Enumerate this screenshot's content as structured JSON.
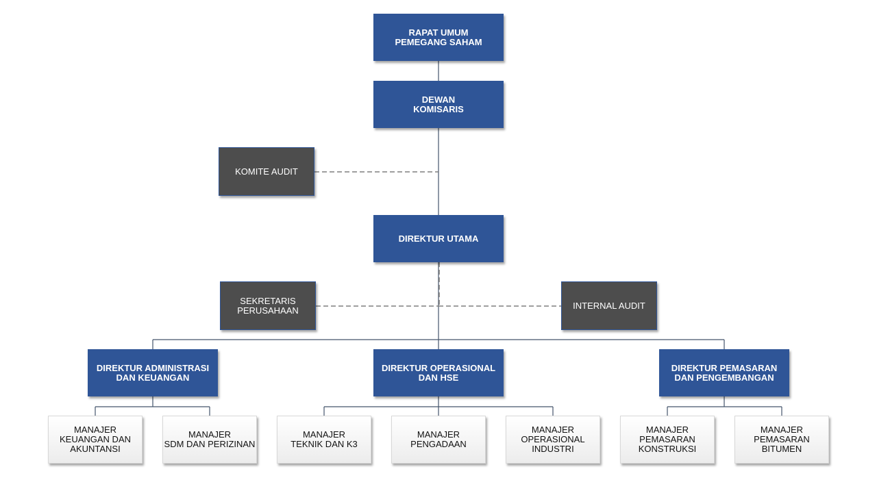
{
  "colors": {
    "director_fill": "#2f5597",
    "committee_fill": "#4d4d4d",
    "manager_fill": "#f2f2f2",
    "connector": "#44546a"
  },
  "org": {
    "rups": "RAPAT UMUM\nPEMEGANG SAHAM",
    "komisaris": "DEWAN\nKOMISARIS",
    "komite_audit": "KOMITE AUDIT",
    "direktur_utama": "DIREKTUR UTAMA",
    "sekretaris": "SEKRETARIS\nPERUSAHAAN",
    "internal_audit": "INTERNAL AUDIT",
    "dir_adm": "DIREKTUR ADMINISTRASI\nDAN KEUANGAN",
    "dir_ops": "DIREKTUR OPERASIONAL\nDAN HSE",
    "dir_pem": "DIREKTUR PEMASARAN\nDAN PENGEMBANGAN",
    "mgr_keuangan": "MANAJER\nKEUANGAN DAN\nAKUNTANSI",
    "mgr_sdm": "MANAJER\nSDM DAN PERIZINAN",
    "mgr_teknik": "MANAJER\nTEKNIK DAN K3",
    "mgr_pengadaan": "MANAJER\nPENGADAAN",
    "mgr_operasional": "MANAJER\nOPERASIONAL\nINDUSTRI",
    "mgr_konstruksi": "MANAJER\nPEMASARAN\nKONSTRUKSI",
    "mgr_bitumen": "MANAJER\nPEMASARAN\nBITUMEN"
  }
}
